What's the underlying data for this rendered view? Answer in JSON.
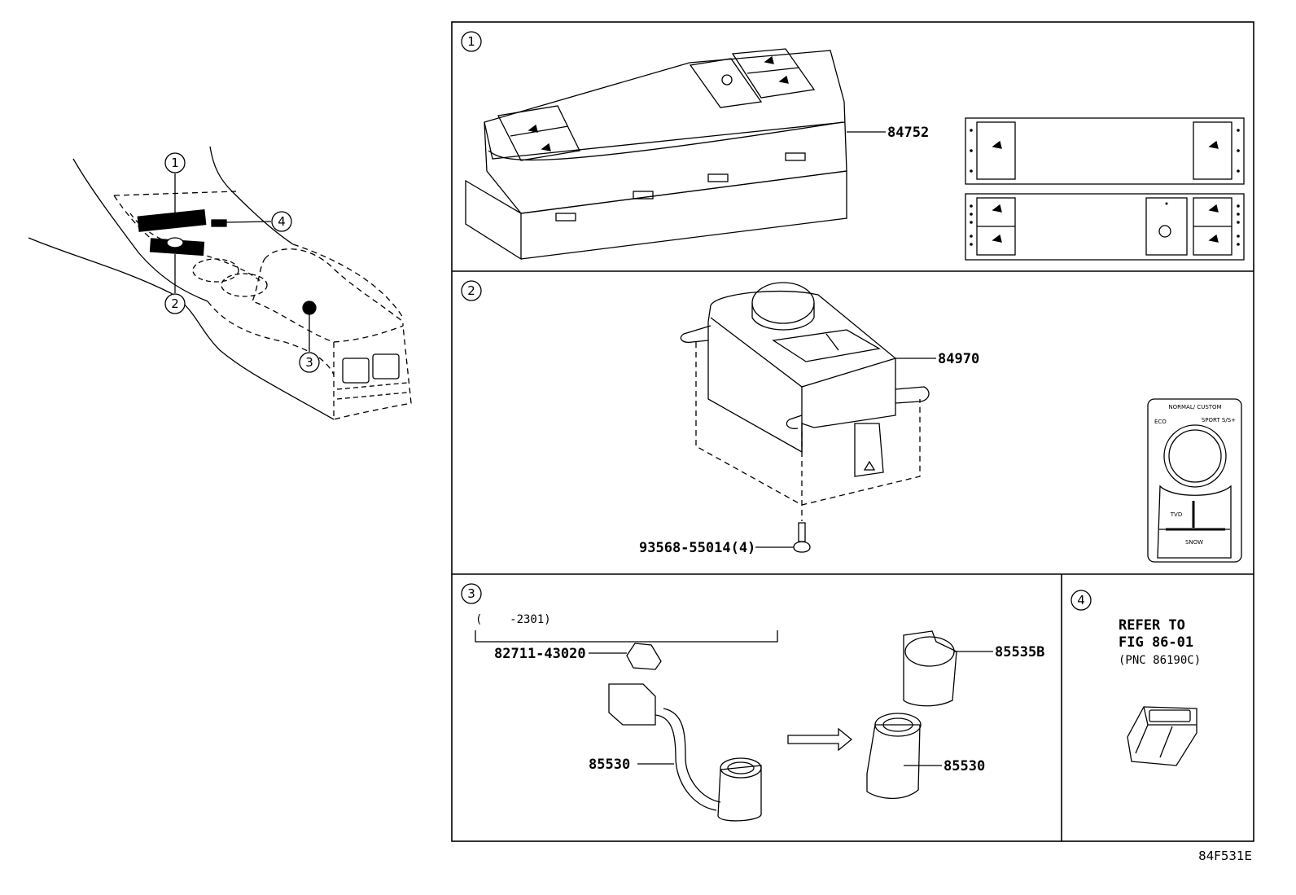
{
  "overview": {
    "callouts": [
      "1",
      "2",
      "3",
      "4"
    ]
  },
  "panels": [
    {
      "number": "1",
      "part_numbers": [
        "84752"
      ],
      "detail_icons": [
        "seat-heater-icon",
        "seat-vent-icon",
        "steering-heater-icon"
      ]
    },
    {
      "number": "2",
      "part_numbers": [
        "84970",
        "93568-55014(4)"
      ],
      "dial_labels": {
        "normal_custom": "NORMAL/ CUSTOM",
        "eco": "ECO",
        "sport": "SPORT S/S+",
        "trac_off": "TVD",
        "snow": "SNOW"
      }
    },
    {
      "number": "3",
      "range_label": "(    -2301)",
      "part_numbers": [
        "82711-43020",
        "85530",
        "85535B",
        "85530"
      ]
    },
    {
      "number": "4",
      "refer_lines": [
        "REFER TO",
        "FIG 86-01",
        "(PNC 86190C)"
      ]
    }
  ],
  "figure_id": "84F531E"
}
